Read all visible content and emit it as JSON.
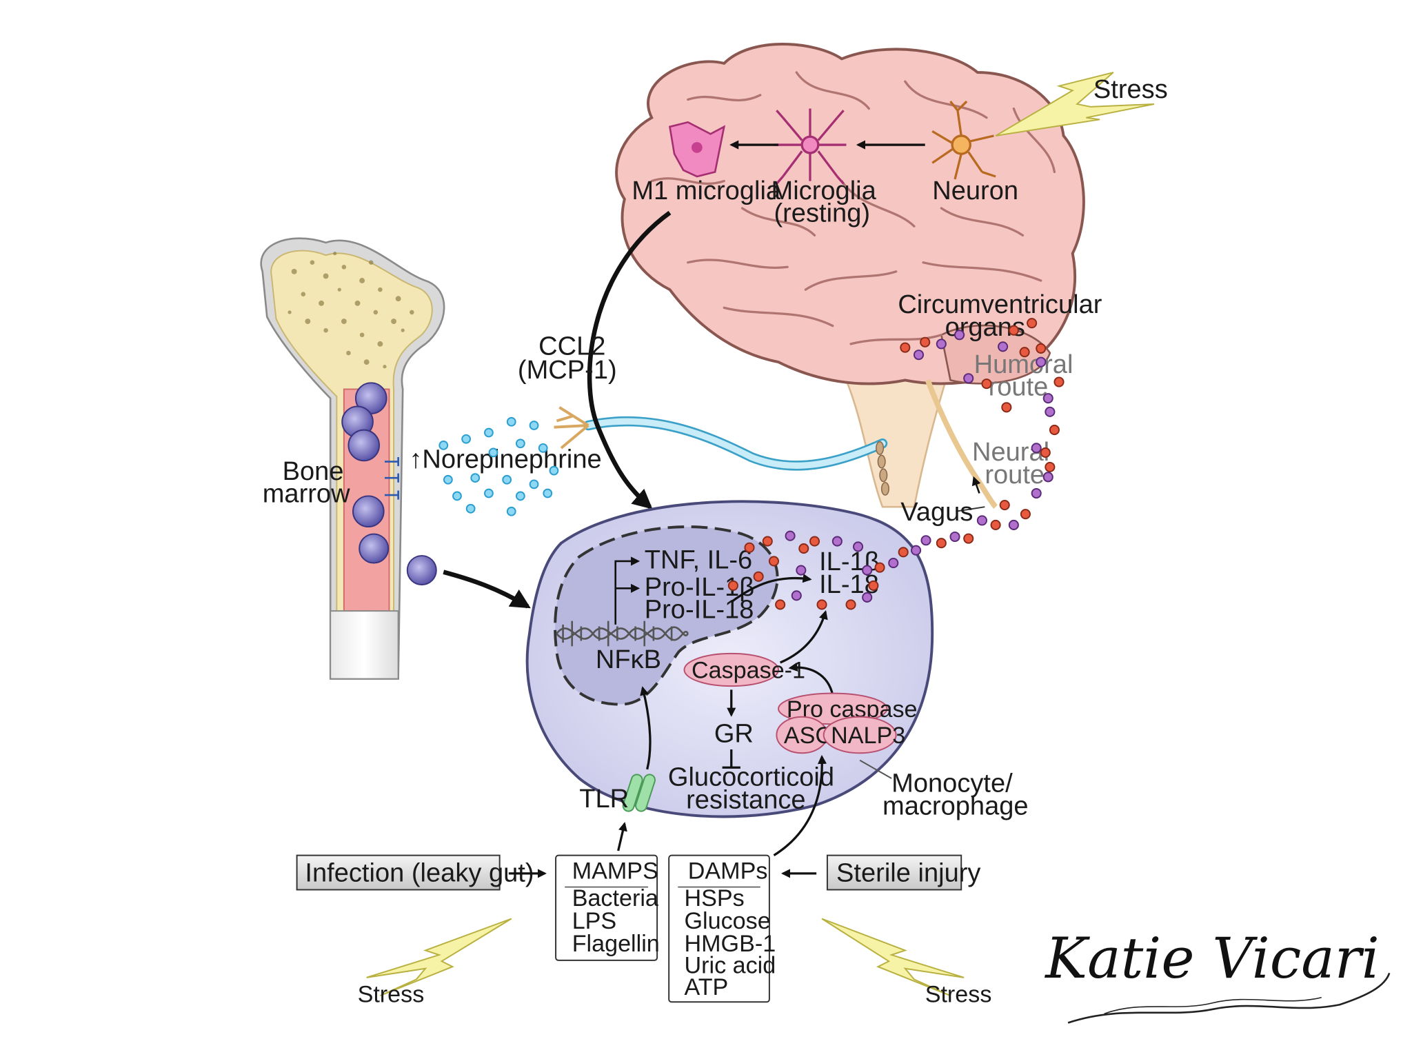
{
  "labels": {
    "stress_top": "Stress",
    "m1_microglia": "M1 microglia",
    "microglia_line1": "Microglia",
    "microglia_line2": "(resting)",
    "neuron": "Neuron",
    "circumventricular_line1": "Circumventricular",
    "circumventricular_line2": "organs",
    "humoral_line1": "Humoral",
    "humoral_line2": "route",
    "neural_line1": "Neural",
    "neural_line2": "route",
    "vagus": "Vagus",
    "ccl2_line1": "CCL2",
    "ccl2_line2": "(MCP-1)",
    "bone_line1": "Bone",
    "bone_line2": "marrow",
    "norepinephrine": "↑Norepinephrine",
    "tnf": "TNF, IL-6",
    "pro_il1b": "Pro-IL-1β",
    "pro_il18": "Pro-IL-18",
    "il1b": "IL-1β",
    "il18": "IL-18",
    "nfkb": "NFκB",
    "caspase1": "Caspase-1",
    "pro_caspase": "Pro caspase",
    "asc": "ASC",
    "nalp3": "NALP3",
    "gr": "GR",
    "gc_line1": "Glucocorticoid",
    "gc_line2": "resistance",
    "monocyte_line1": "Monocyte/",
    "monocyte_line2": "macrophage",
    "tlr": "TLR",
    "infection": "Infection (leaky gut)",
    "sterile": "Sterile injury",
    "stress_left": "Stress",
    "stress_right": "Stress",
    "signature": "Katie Vicari"
  },
  "mamps": {
    "title": "MAMPS",
    "items": [
      "Bacteria",
      "LPS",
      "Flagellin"
    ]
  },
  "damps": {
    "title": "DAMPs",
    "items": [
      "HSPs",
      "Glucose",
      "HMGB-1",
      "Uric acid",
      "ATP"
    ]
  },
  "colors": {
    "brain": "#f4c4c0",
    "brain_outline": "#8a5650",
    "cell": "#d8d8f0",
    "nucleus": "#b4b4dc",
    "pink_pill": "#f2b7c6",
    "red_dot": "#e2553f",
    "purple_dot": "#a35ec0",
    "blue_dot": "#4fc0ec",
    "bone": "#f2e6b0",
    "marrow": "#f09a98",
    "lightning": "#f6f3a8"
  }
}
